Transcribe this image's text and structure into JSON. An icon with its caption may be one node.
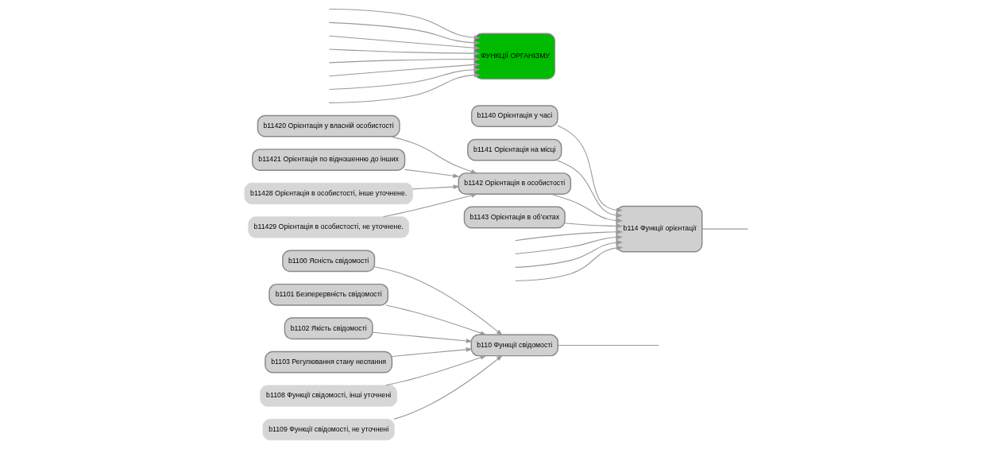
{
  "diagram": {
    "nodes": [
      {
        "text": [
          "b1100 Ясність свідомості"
        ]
      },
      {
        "text": [
          "b1101 Безперервність свідомості"
        ]
      },
      {
        "text": [
          "b1102 Якість свідомості"
        ]
      },
      {
        "text": [
          "b1103 Регулювання стану неспання"
        ]
      },
      {
        "text": [
          "b1108 Функції свідомості, інші уточнені"
        ]
      },
      {
        "text": [
          "b1109 Функції свідомості, не уточнені"
        ]
      },
      {
        "text": [
          "b110 Функції свідомості"
        ]
      },
      {
        "text": [
          "b1140 Орієнтація у часі"
        ]
      },
      {
        "text": [
          "b1141 Орієнтація на місці"
        ]
      },
      {
        "text": [
          "b11420 Орієнтація у власній особистості"
        ]
      },
      {
        "text": [
          "b11421 Орієнтація по відношенню до інших"
        ]
      },
      {
        "text": [
          "b11428 Орієнтація в особистості, інше уточнене."
        ]
      },
      {
        "text": [
          "b11429 Орієнтація в особистості, не уточнене."
        ]
      },
      {
        "text": [
          "b1143 Орієнтація в об’єктах"
        ]
      },
      {
        "text": [
          "b1142 Орієнтація в особистості"
        ]
      },
      {
        "text": [
          "b114 Функції орієнтації"
        ]
      },
      {
        "text": [
          "ФУНКЦІЇ ОРГАНІЗМУ"
        ]
      }
    ],
    "edges": [
      {
        "from": 0,
        "to": 6,
        "arrow": "to"
      },
      {
        "from": 1,
        "to": 6,
        "arrow": "to"
      },
      {
        "from": 2,
        "to": 6,
        "arrow": "to"
      },
      {
        "from": 3,
        "to": 6,
        "arrow": "to"
      },
      {
        "from": 4,
        "to": 6,
        "arrow": "to"
      },
      {
        "from": 5,
        "to": 6,
        "arrow": "to"
      },
      {
        "from": 9,
        "to": 14,
        "arrow": "to"
      },
      {
        "from": 10,
        "to": 14,
        "arrow": "to"
      },
      {
        "from": 11,
        "to": 14,
        "arrow": "to"
      },
      {
        "from": 12,
        "to": 14,
        "arrow": "to"
      },
      {
        "from": 7,
        "to": 15,
        "arrow": "to"
      },
      {
        "from": 8,
        "to": 15,
        "arrow": "to"
      },
      {
        "from": 14,
        "to": 15,
        "arrow": "to"
      },
      {
        "from": 13,
        "to": 15,
        "arrow": "to"
      },
      {
        "from": null,
        "to": 15,
        "arrow": "to"
      },
      {
        "from": null,
        "to": 15,
        "arrow": "to"
      },
      {
        "from": null,
        "to": 15,
        "arrow": "to"
      },
      {
        "from": null,
        "to": 15,
        "arrow": "to"
      },
      {
        "from": 6,
        "to": null,
        "arrow": "none"
      },
      {
        "from": 15,
        "to": null,
        "arrow": "none"
      },
      {
        "from": null,
        "to": 16,
        "arrow": "to"
      },
      {
        "from": null,
        "to": 16,
        "arrow": "to"
      },
      {
        "from": null,
        "to": 16,
        "arrow": "to"
      },
      {
        "from": null,
        "to": 16,
        "arrow": "to"
      },
      {
        "from": null,
        "to": 16,
        "arrow": "to"
      },
      {
        "from": null,
        "to": 16,
        "arrow": "to"
      },
      {
        "from": null,
        "to": 16,
        "arrow": "to"
      },
      {
        "from": null,
        "to": 16,
        "arrow": "to"
      }
    ]
  }
}
